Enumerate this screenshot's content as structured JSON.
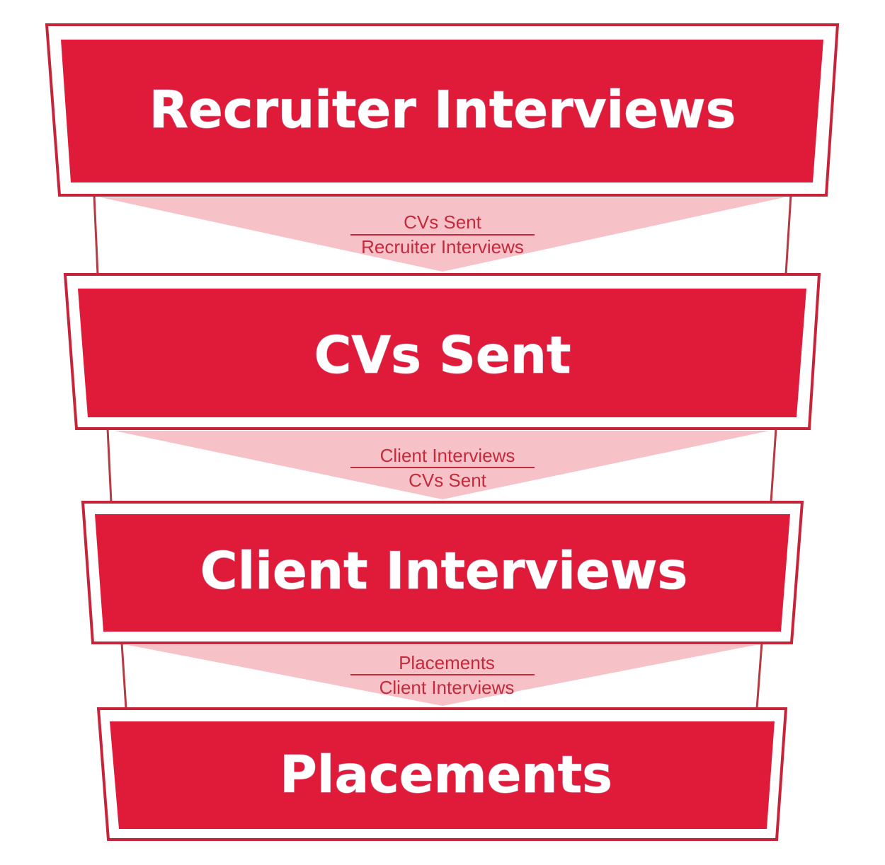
{
  "colors": {
    "stage_fill": "#e01b3a",
    "stage_outline": "#c7243a",
    "stage_label": "#ffffff",
    "connector_fill": "#f6c2c8",
    "ratio_text": "#c42a3b"
  },
  "stages": [
    {
      "label": "Recruiter Interviews"
    },
    {
      "label": "CVs Sent"
    },
    {
      "label": "Client Interviews"
    },
    {
      "label": "Placements"
    }
  ],
  "ratios": [
    {
      "numerator": "CVs Sent",
      "denominator": "Recruiter Interviews"
    },
    {
      "numerator": "Client Interviews",
      "denominator": "CVs Sent"
    },
    {
      "numerator": "Placements",
      "denominator": "Client Interviews"
    }
  ]
}
